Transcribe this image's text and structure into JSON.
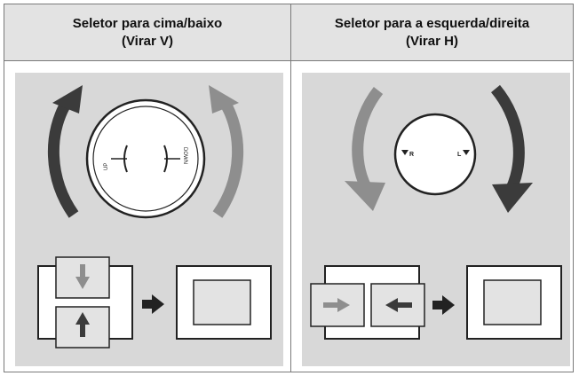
{
  "columns": [
    {
      "title": "Seletor para cima/baixo",
      "subtitle": "(Virar V)",
      "dial_labels": {
        "left": "UP",
        "right": "DOWN"
      }
    },
    {
      "title": "Seletor para a esquerda/direita",
      "subtitle": "(Virar H)",
      "dial_labels": {
        "left": "R",
        "right": "L"
      }
    }
  ],
  "colors": {
    "header_bg": "#e3e3e3",
    "panel_bg": "#d8d8d8",
    "arrow_dark": "#3b3b3b",
    "arrow_light": "#8e8e8e",
    "box_fill": "#e3e3e3"
  }
}
